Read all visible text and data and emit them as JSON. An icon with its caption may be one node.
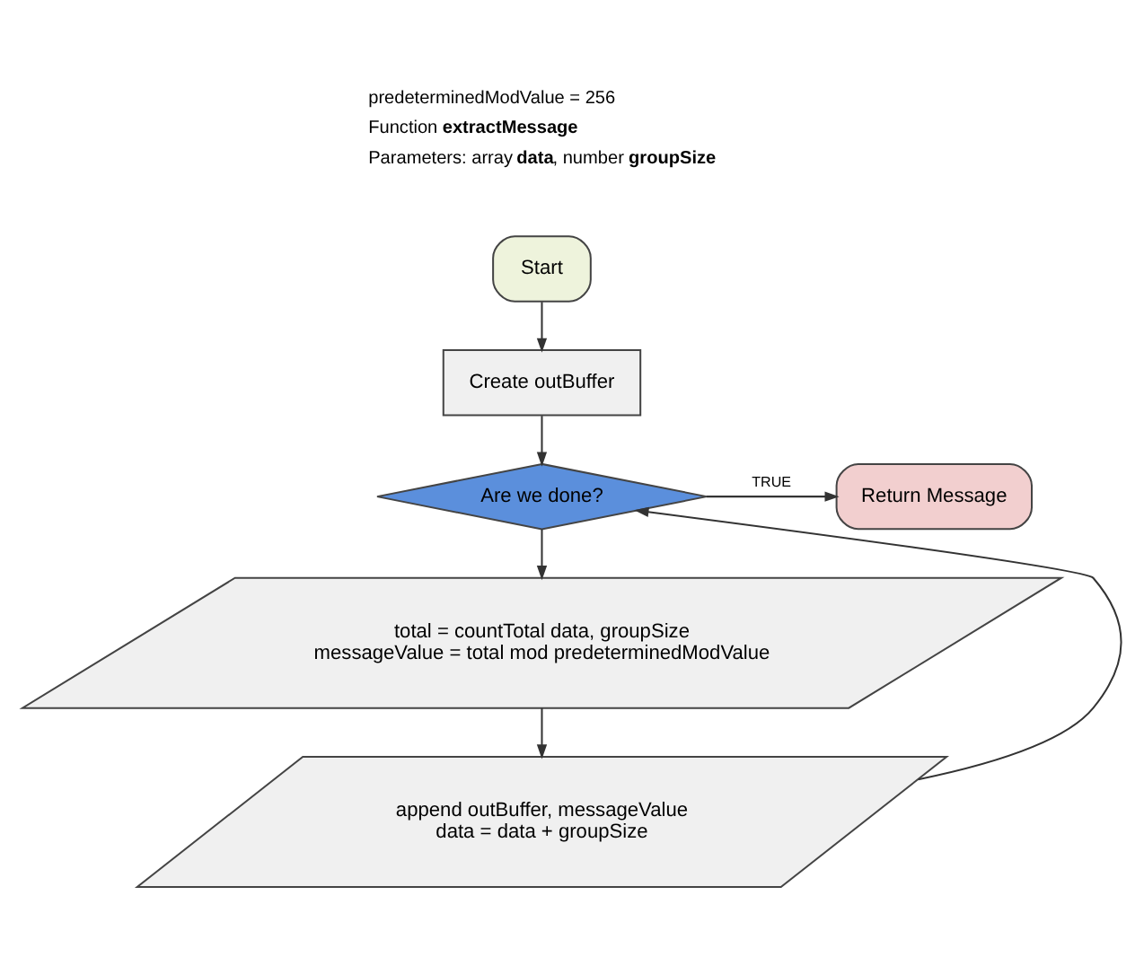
{
  "diagram": {
    "nodes": [
      {
        "text": [
          "Start"
        ]
      },
      {
        "text": [
          "Create outBuffer"
        ]
      },
      {
        "text": [
          "Are we done?"
        ]
      },
      {
        "text": [
          "Return Message"
        ]
      },
      {
        "text": [
          "total = countTotal data, groupSize messageValue = total mod predeterminedModValue"
        ]
      },
      {
        "text": [
          "append outBuffer, messageValue data = data + groupSize"
        ]
      }
    ],
    "edges": [
      {
        "from": 0,
        "to": 1,
        "arrow": "to"
      },
      {
        "from": 1,
        "to": 2,
        "arrow": "to"
      },
      {
        "from": 2,
        "to": 3,
        "arrow": "to",
        "label": "TRUE"
      },
      {
        "from": 2,
        "to": 4,
        "arrow": "to"
      },
      {
        "from": 4,
        "to": 5,
        "arrow": "to"
      },
      {
        "from": 5,
        "to": 2,
        "arrow": "to"
      }
    ],
    "labels": [
      "predeterminedModValue = 256",
      "Function **extractMessage**",
      "Parameters: array **data**, number **groupSize**"
    ]
  }
}
